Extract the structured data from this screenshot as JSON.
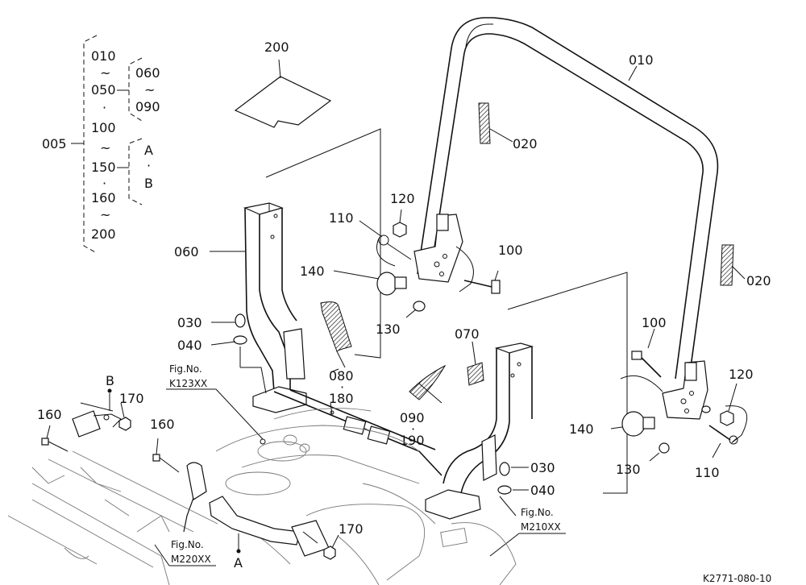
{
  "bracket_tree": {
    "root": "005",
    "items": [
      "010",
      "050",
      "100",
      "150",
      "160",
      "200"
    ],
    "sub_060": "060",
    "sub_090": "090",
    "sub_A": "A",
    "sub_B": "B",
    "tilde": "~",
    "dot": "·"
  },
  "part_labels": {
    "p200": "200",
    "p010": "010",
    "p020a": "020",
    "p020b": "020",
    "p120a": "120",
    "p110a": "110",
    "p100a": "100",
    "p140a": "140",
    "p130a": "130",
    "p060": "060",
    "p030a": "030",
    "p040a": "040",
    "p080": "080",
    "p180": "180",
    "p070": "070",
    "p090": "090",
    "p190": "190",
    "p100b": "100",
    "p120b": "120",
    "p140b": "140",
    "p130b": "130",
    "p110b": "110",
    "p030b": "030",
    "p040b": "040",
    "p160a": "160",
    "p170a": "170",
    "p160b": "160",
    "p170b": "170",
    "pB": "B",
    "pA": "A",
    "dot": "·"
  },
  "fig_refs": {
    "k123_title": "Fig.No.",
    "k123_code": "K123XX",
    "m210_title": "Fig.No.",
    "m210_code": "M210XX",
    "m220_title": "Fig.No.",
    "m220_code": "M220XX"
  },
  "drawing_code": "K2771-080-10"
}
